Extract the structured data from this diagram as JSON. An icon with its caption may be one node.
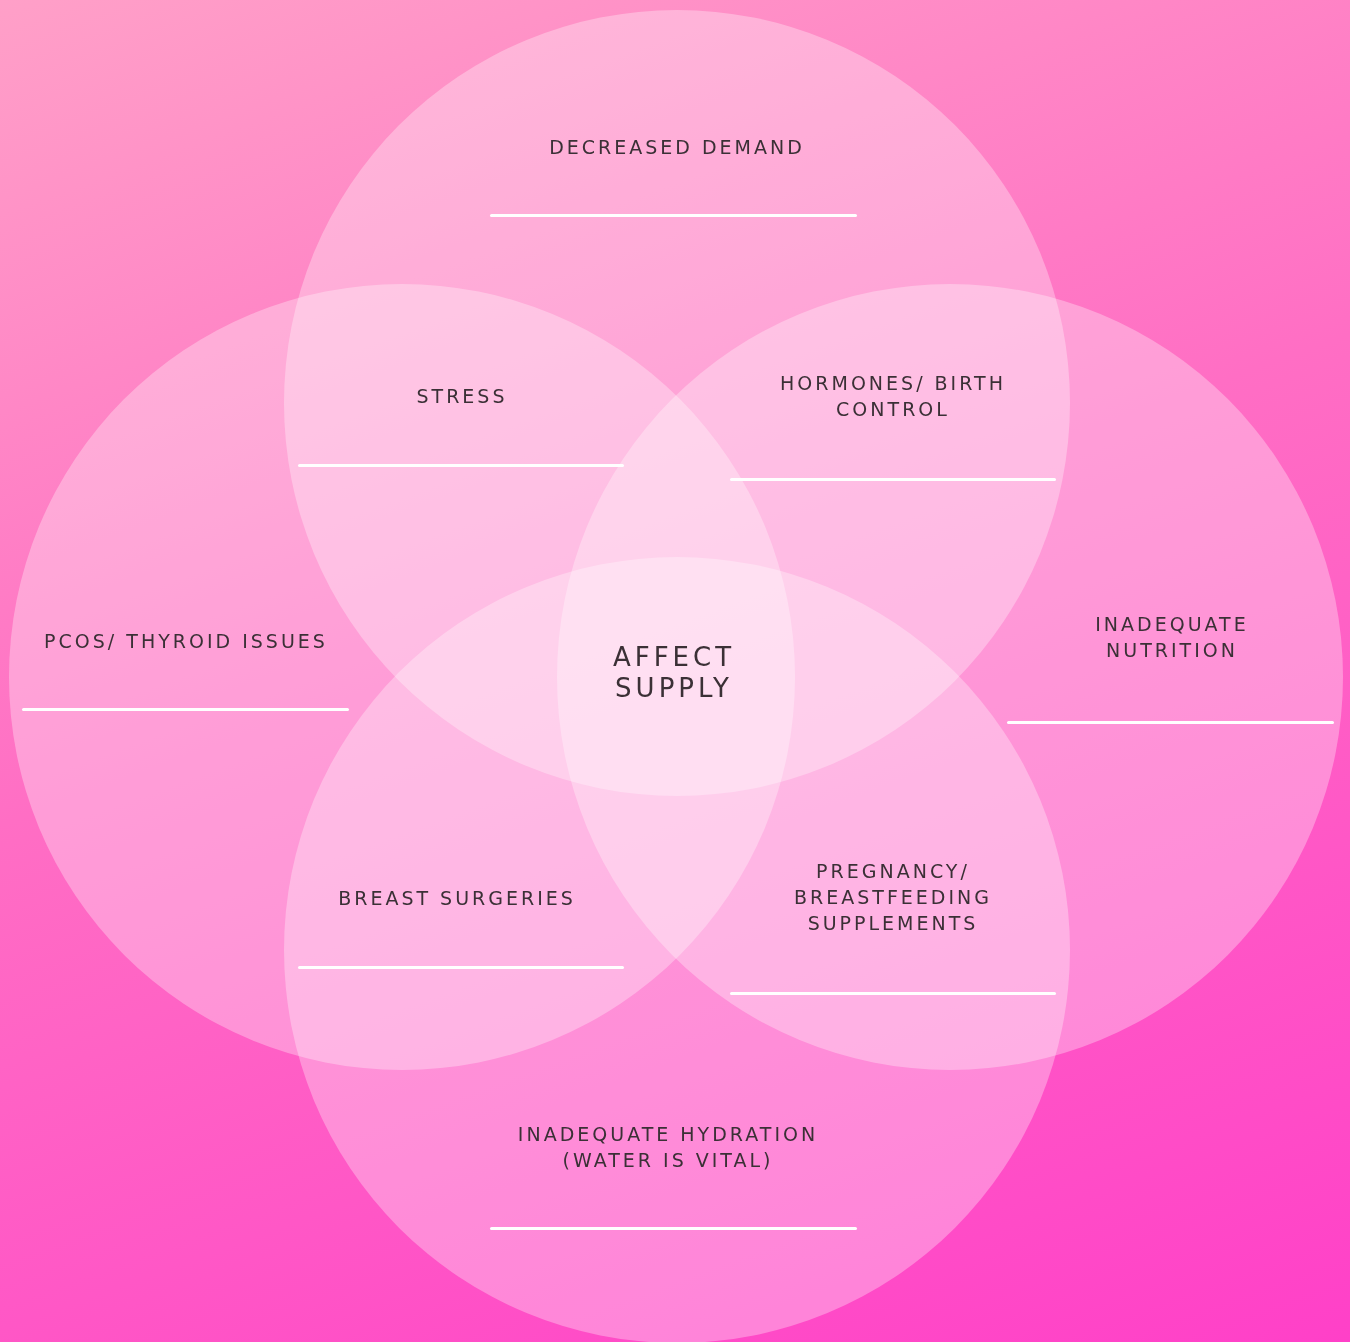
{
  "diagram": {
    "nodes": [
      {
        "text": [
          "DECREASED DEMAND"
        ]
      },
      {
        "text": [
          "PCOS/ THYROID ISSUES"
        ]
      },
      {
        "text": [
          "INADEQUATE NUTRITION"
        ]
      },
      {
        "text": [
          "INADEQUATE HYDRATION (WATER IS VITAL)"
        ]
      }
    ],
    "labels": [
      "STRESS",
      "HORMONES/ BIRTH CONTROL",
      "AFFECT SUPPLY",
      "BREAST SURGERIES",
      "PREGNANCY/ BREASTFEEDING SUPPLEMENTS"
    ]
  }
}
